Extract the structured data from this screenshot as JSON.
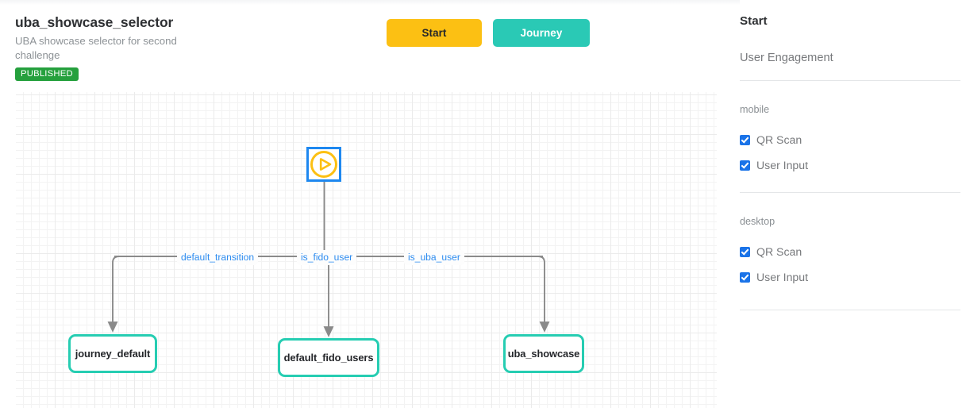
{
  "header": {
    "title": "uba_showcase_selector",
    "description": "UBA showcase selector for second challenge",
    "status_badge": "PUBLISHED"
  },
  "tabs": [
    {
      "label": "Start",
      "name": "tab-start",
      "color": "#fcc013",
      "active": true
    },
    {
      "label": "Journey",
      "name": "tab-journey",
      "color": "#2ac9b5",
      "active": false
    }
  ],
  "canvas": {
    "grid": true,
    "start_node": {
      "icon": "play-circle-icon",
      "border_color": "#1e88f0",
      "icon_color": "#fcc013"
    },
    "edge_labels": [
      {
        "label": "default_transition",
        "color": "#2d8cf0"
      },
      {
        "label": "is_fido_user",
        "color": "#2d8cf0"
      },
      {
        "label": "is_uba_user",
        "color": "#2d8cf0"
      }
    ],
    "nodes": [
      {
        "label": "journey_default",
        "border_color": "#26cdb2"
      },
      {
        "label": "default_fido_users",
        "border_color": "#26cdb2"
      },
      {
        "label": "uba_showcase",
        "border_color": "#26cdb2"
      }
    ],
    "connector_color": "#8a8a8a"
  },
  "sidebar": {
    "title": "Start",
    "subtitle": "User Engagement",
    "groups": [
      {
        "label": "mobile",
        "options": [
          {
            "label": "QR Scan",
            "checked": true
          },
          {
            "label": "User Input",
            "checked": true
          }
        ]
      },
      {
        "label": "desktop",
        "options": [
          {
            "label": "QR Scan",
            "checked": true
          },
          {
            "label": "User Input",
            "checked": true
          }
        ]
      }
    ],
    "checkbox_color": "#1a73e8"
  }
}
